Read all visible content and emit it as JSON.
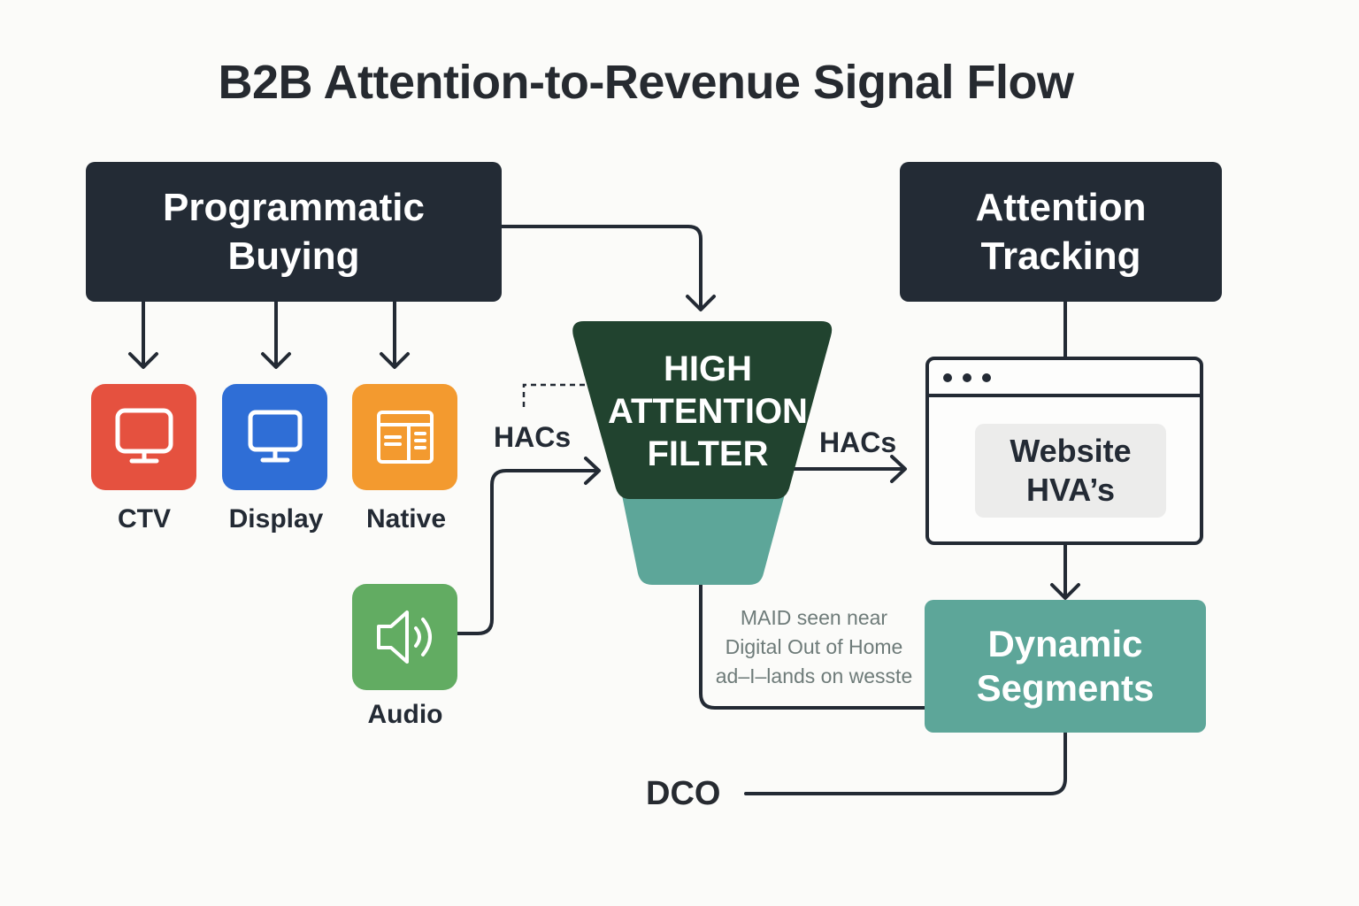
{
  "title": "B2B Attention-to-Revenue Signal Flow",
  "nodes": {
    "programmatic": {
      "line1": "Programmatic",
      "line2": "Buying"
    },
    "tracking": {
      "line1": "Attention",
      "line2": "Tracking"
    },
    "filter": {
      "line1": "HIGH",
      "line2": "ATTENTION",
      "line3": "FILTER"
    },
    "website": {
      "line1": "Website",
      "line2": "HVA’s"
    },
    "segments": {
      "line1": "Dynamic",
      "line2": "Segments"
    },
    "dco": "DCO"
  },
  "channels": [
    {
      "label": "CTV",
      "icon": "tv-icon",
      "color": "#e5513f"
    },
    {
      "label": "Display",
      "icon": "monitor-icon",
      "color": "#2f6ed6"
    },
    {
      "label": "Native",
      "icon": "layout-icon",
      "color": "#f39a2f"
    },
    {
      "label": "Audio",
      "icon": "speaker-icon",
      "color": "#62ac62"
    }
  ],
  "edges": {
    "hacs_in": "HACs",
    "hacs_out": "HACs"
  },
  "note": {
    "line1": "MAID seen near",
    "line2": "Digital Out of Home",
    "line3": "ad–I–lands on wesste"
  },
  "colors": {
    "dark": "#232b35",
    "filter_top": "#21432f",
    "filter_bottom": "#5da699",
    "segments": "#5da699"
  }
}
